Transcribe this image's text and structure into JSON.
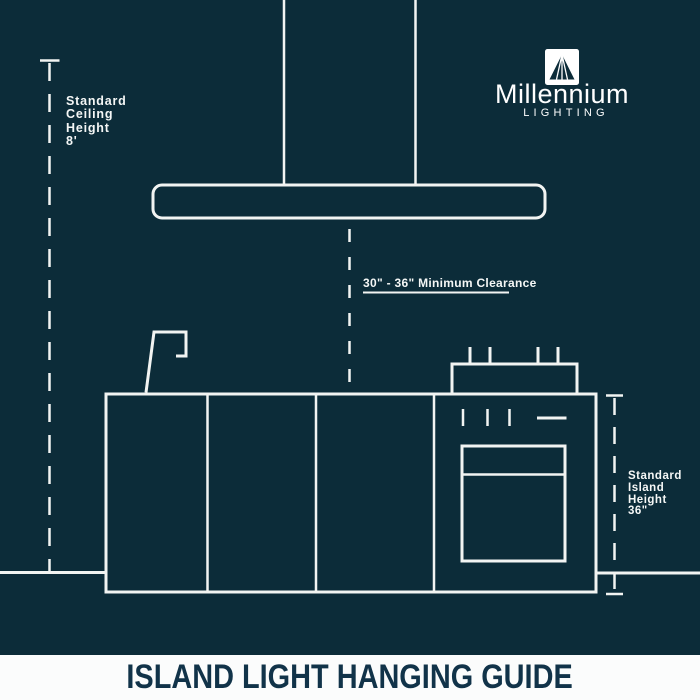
{
  "colors": {
    "background": "#0c2c39",
    "line": "#f2f4f2",
    "label_text": "#f5f7f6",
    "banner_background": "#fbfcfc",
    "banner_text": "#113349"
  },
  "logo": {
    "icon": "millennium-mountain-icon",
    "name": "Millennium",
    "subtitle": "LIGHTING"
  },
  "annotations": {
    "ceiling": {
      "lines": [
        "Standard",
        "Ceiling",
        "Height",
        "8'"
      ]
    },
    "clearance": {
      "label": "30\" - 36\" Minimum Clearance"
    },
    "island": {
      "lines": [
        "Standard",
        "Island",
        "Height",
        "36\""
      ]
    }
  },
  "footer": {
    "title": "ISLAND LIGHT HANGING GUIDE"
  }
}
